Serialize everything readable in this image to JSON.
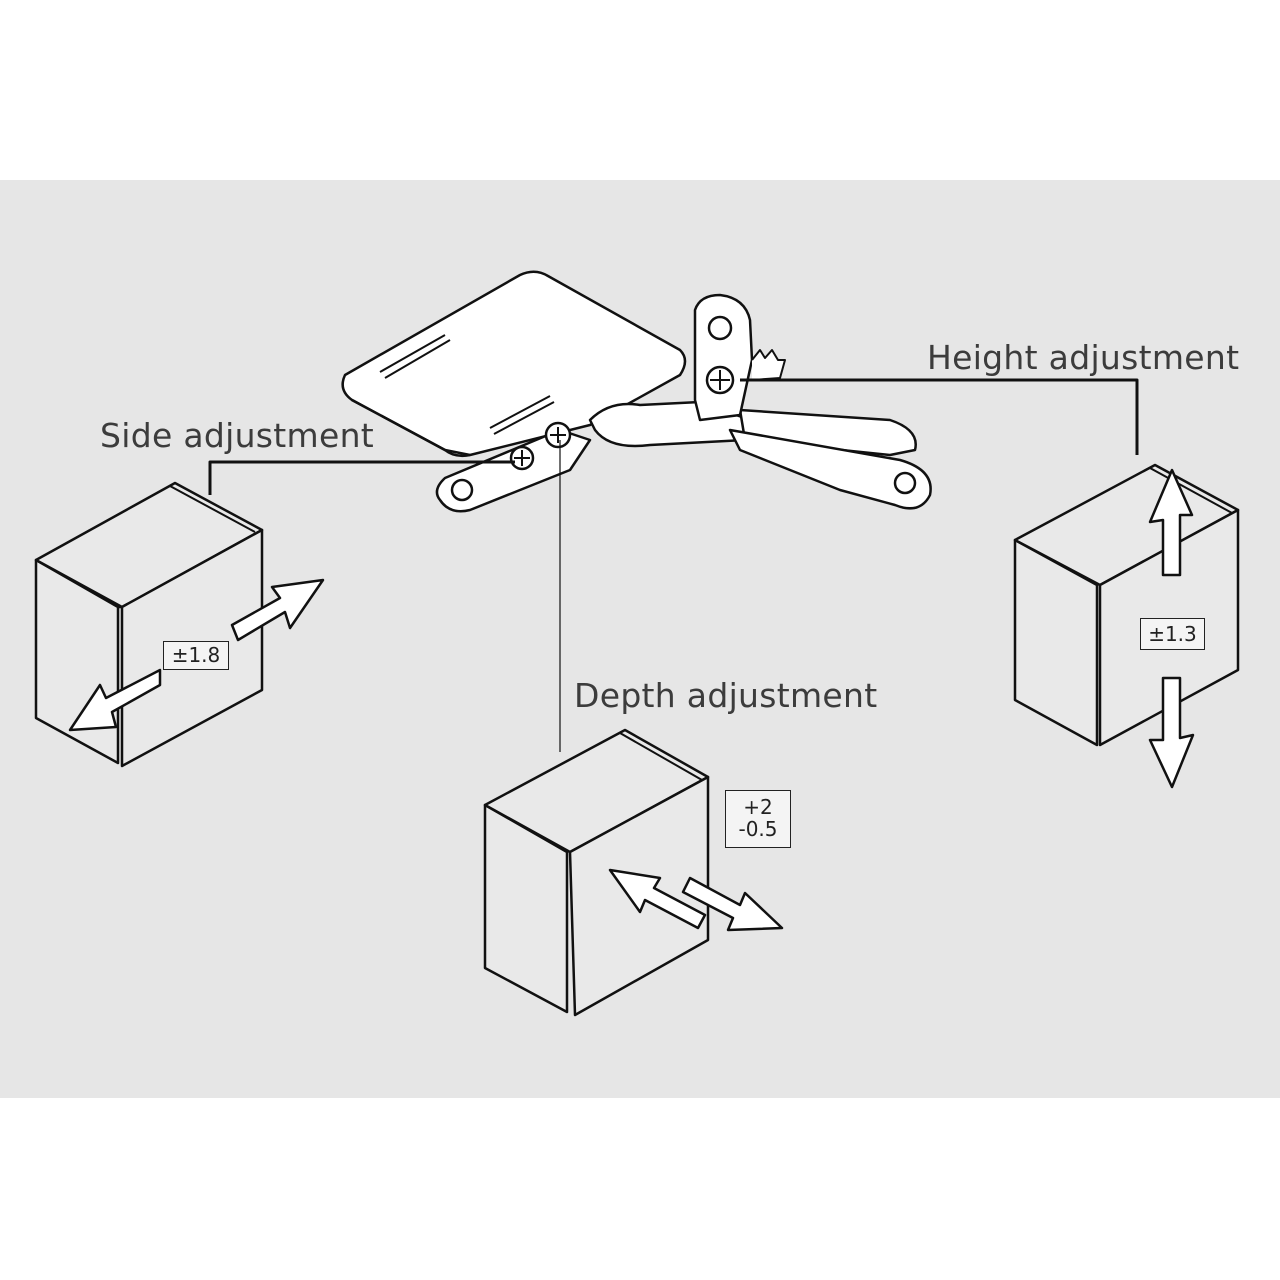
{
  "labels": {
    "side": "Side adjustment",
    "height": "Height adjustment",
    "depth": "Depth adjustment"
  },
  "values": {
    "side": "±1.8",
    "height": "±1.3",
    "depth_plus": "+2",
    "depth_minus": "-0.5"
  },
  "colors": {
    "background": "#e6e6e6",
    "line": "#111111",
    "text": "#3c3c3c"
  }
}
